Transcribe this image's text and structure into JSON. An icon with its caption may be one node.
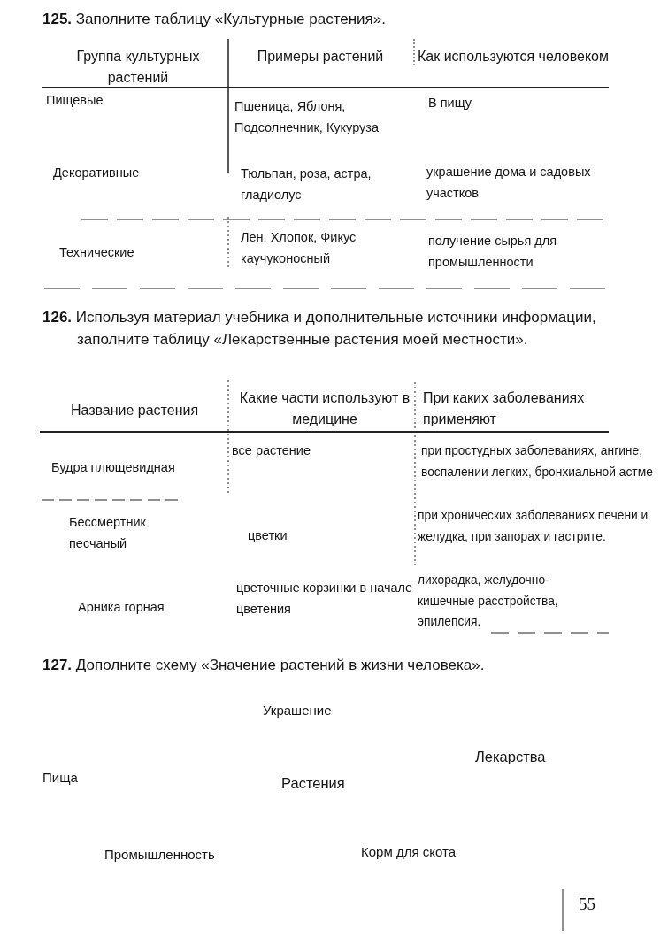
{
  "diagram": {
    "labels": [
      "**125.** Заполните таблицу «Культурные растения».",
      "Группа культурных растений",
      "Примеры растений",
      "Как используются человеком",
      "Пищевые",
      "Пшеница, Яблоня, Подсолнечник, Кукуруза",
      "В пищу",
      "Декоративные",
      "Тюльпан, роза, астра, гладиолус",
      "украшение дома и садовых участков",
      "Технические",
      "Лен, Хлопок, Фикус каучуконосный",
      "получение сырья для промышленности",
      "**126.** Используя материал учебника и дополнительные источники информации, заполните таблицу «Лекарственные растения моей местности».",
      "Название растения",
      "Какие части используют в медицине",
      "При каких заболеваниях применяют",
      "Будра плющевидная",
      "все растение",
      "при простудных заболеваниях, ангине, воспалении легких, бронхиальной астме",
      "Бессмертник песчаный",
      "цветки",
      "при хронических заболеваниях печени и желудка, при запорах и гастрите.",
      "Арника горная",
      "цветочные корзинки в начале цветения",
      "лихорадка, желудочно-кишечные расстройства, эпилепсия.",
      "**127.** Дополните схему «Значение растений в жизни человека».",
      "Украшение",
      "Лекарства",
      "Пища",
      "Растения",
      "Промышленность",
      "Корм для скота",
      "55"
    ]
  }
}
